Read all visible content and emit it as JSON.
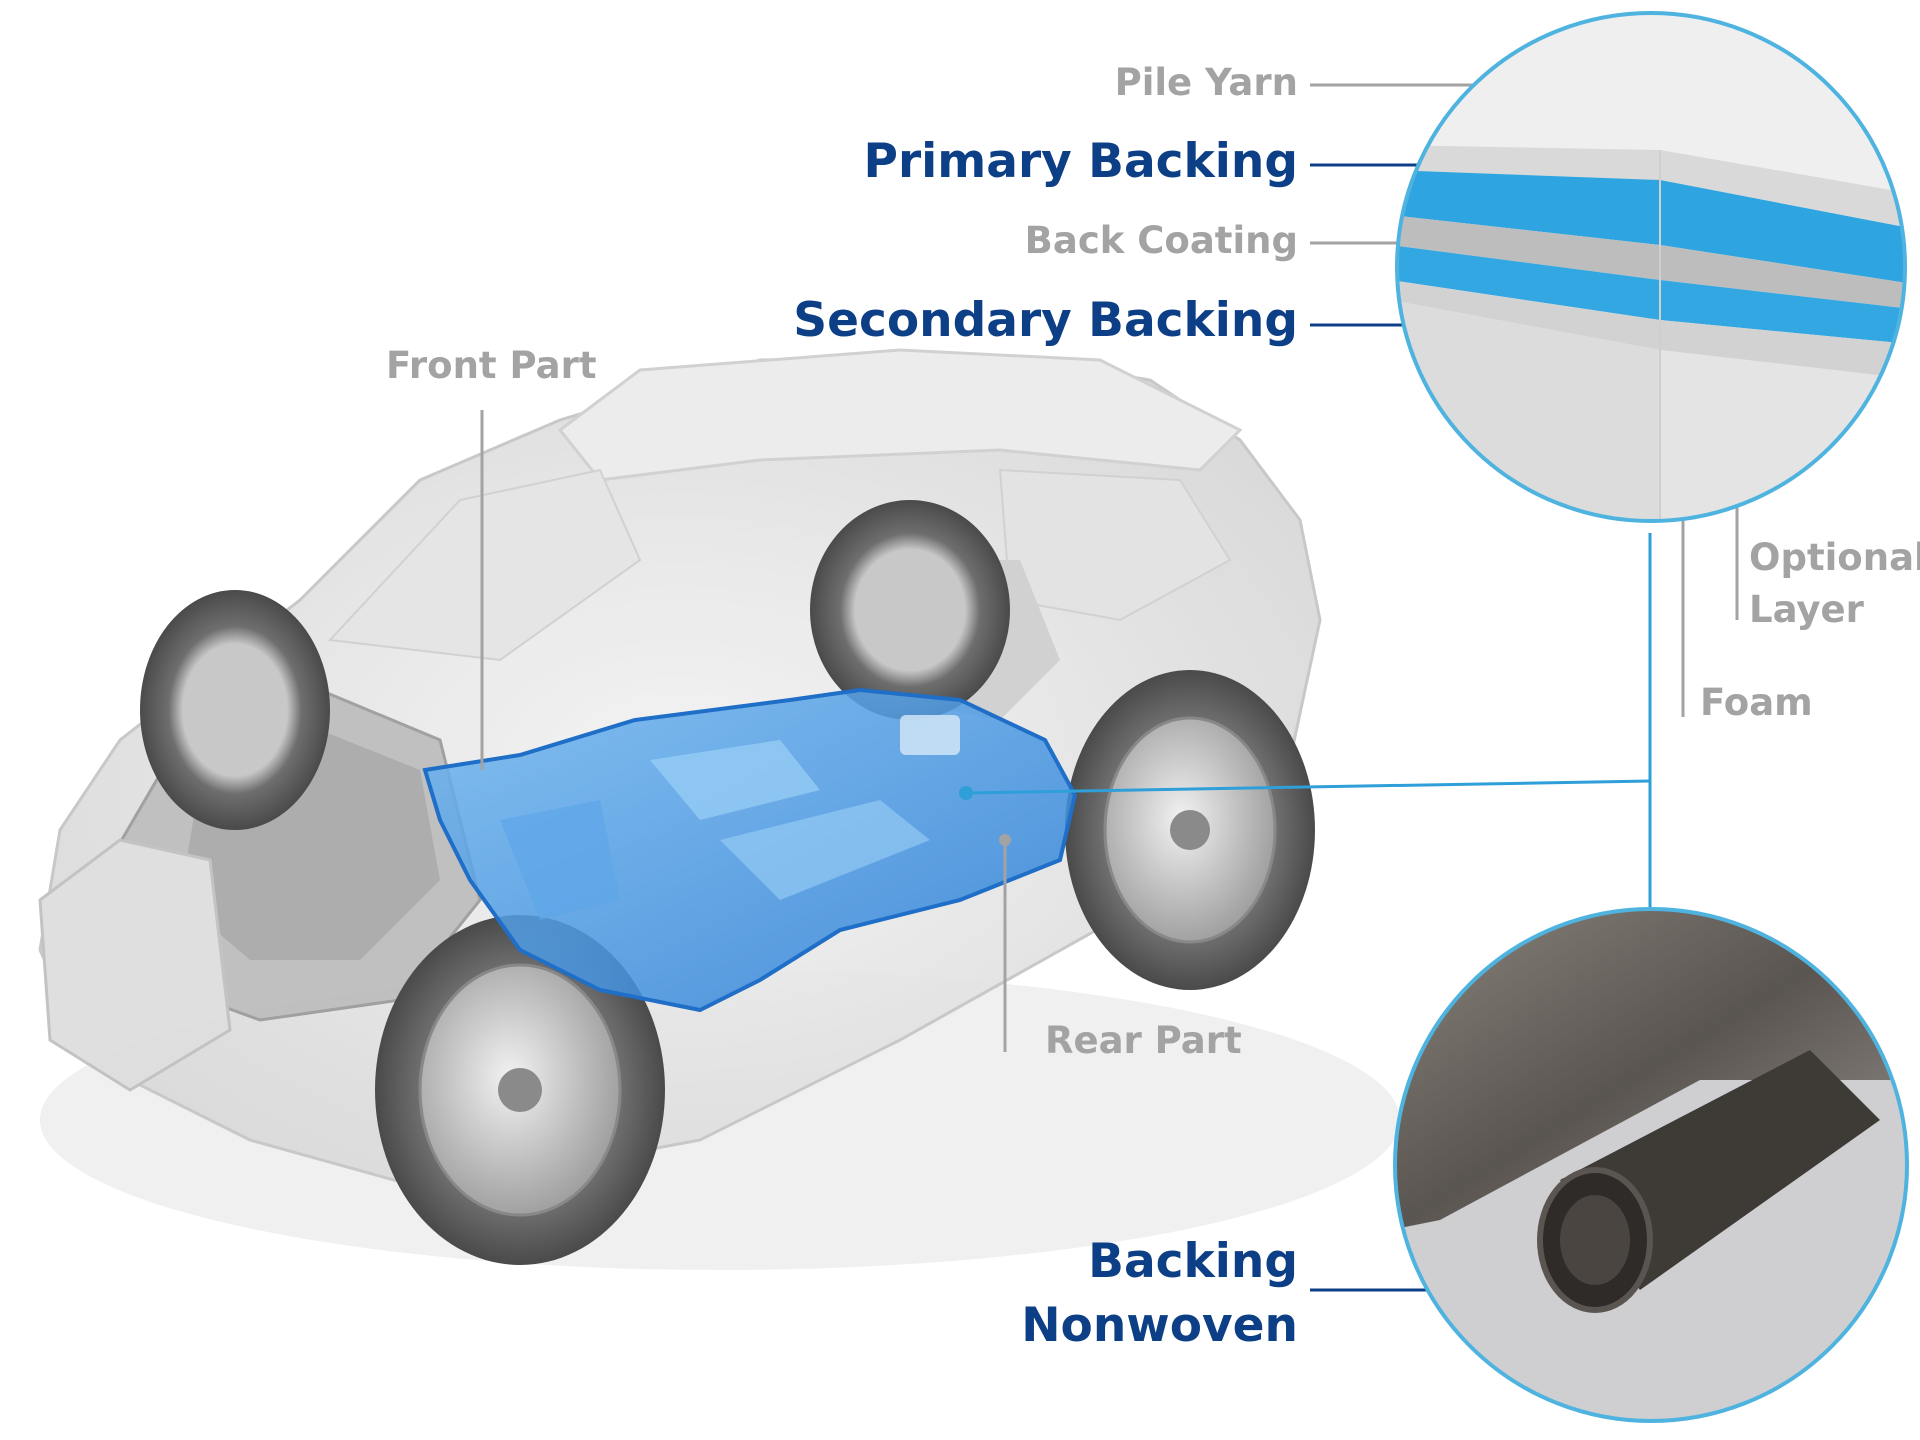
{
  "labels": {
    "pile_yarn": "Pile Yarn",
    "primary_backing": "Primary Backing",
    "back_coating": "Back Coating",
    "secondary_backing": "Secondary Backing",
    "front_part": "Front Part",
    "rear_part": "Rear Part",
    "optional_layer_line1": "Optional",
    "optional_layer_line2": "Layer",
    "foam": "Foam",
    "backing_nonwoven_line1": "Backing",
    "backing_nonwoven_line2": "Nonwoven"
  },
  "colors": {
    "brand_blue": "#0d3f86",
    "label_gray": "#a3a3a3",
    "accent_blue": "#2e9fd8",
    "circle_outline": "#4fb3e0",
    "floor_blue": "#3a8fe0"
  }
}
